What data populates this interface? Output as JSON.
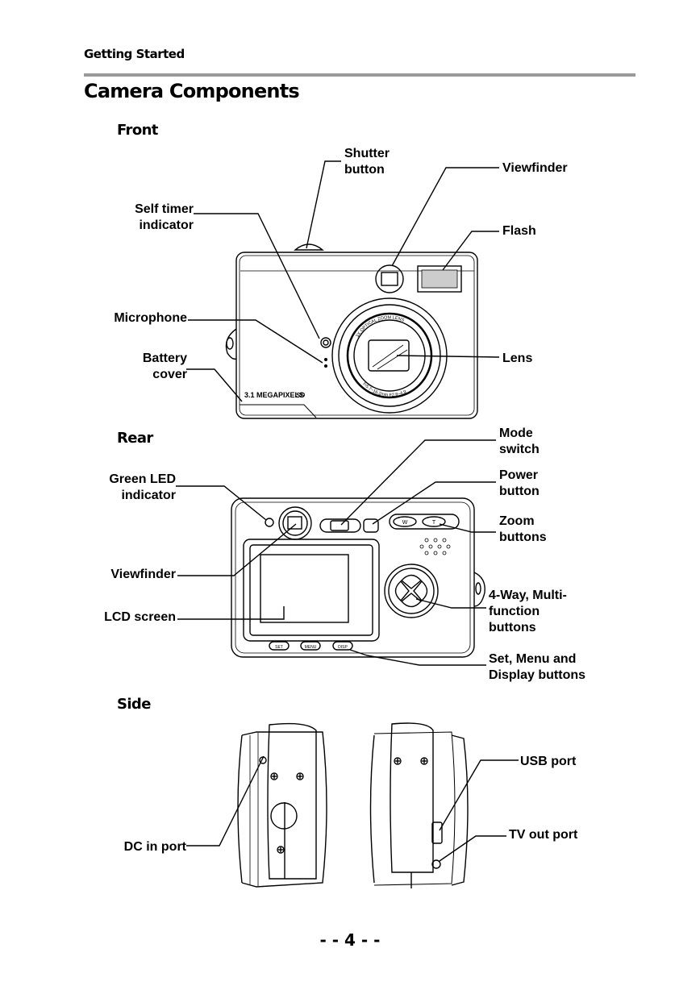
{
  "header": {
    "section": "Getting Started"
  },
  "page_title": "Camera Components",
  "sections": {
    "front": "Front",
    "rear": "Rear",
    "side": "Side"
  },
  "labels": {
    "shutter": "Shutter\nbutton",
    "viewfinder_front": "Viewfinder",
    "self_timer": "Self timer\nindicator",
    "flash": "Flash",
    "microphone": "Microphone",
    "battery": "Battery\ncover",
    "lens": "Lens",
    "mode_switch": "Mode\nswitch",
    "power": "Power\nbutton",
    "green_led": "Green LED\nindicator",
    "zoom": "Zoom\nbuttons",
    "viewfinder_rear": "Viewfinder",
    "four_way": "4-Way, Multi-\nfunction\nbuttons",
    "lcd": "LCD screen",
    "set_menu": "Set, Menu and\nDisplay buttons",
    "usb": "USB port",
    "dc_in": "DC in port",
    "tv_out": "TV out port"
  },
  "camera_print": {
    "megapixels": "3.1 MEGAPIXELS",
    "sd_logo": "SD",
    "lens_ring": "3X OPTICAL ZOOM LENS",
    "lens_spec": "f=5.7~16.2mm F2.8~4.9",
    "btn_set": "SET",
    "btn_menu": "MENU",
    "btn_disp": "DISP",
    "zoom_w": "W",
    "zoom_t": "T"
  },
  "footer": {
    "page_number": "- - 4 - -"
  }
}
